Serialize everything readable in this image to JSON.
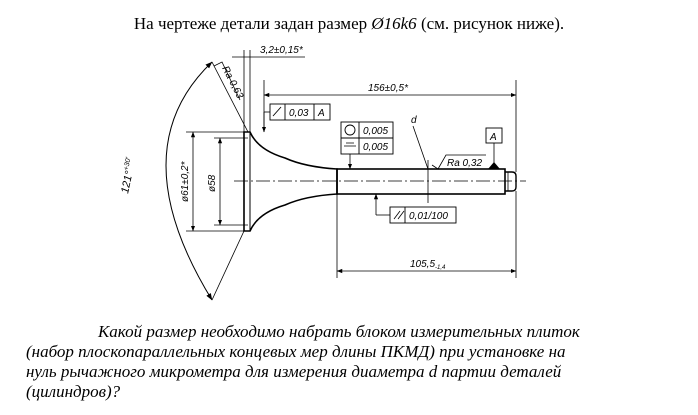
{
  "intro": {
    "prefix": "На чертеже детали задан размер ",
    "dimension": "Ø16k6",
    "suffix": " (см. рисунок ниже)."
  },
  "drawing": {
    "dim_top_small": "3,2±0,15*",
    "roughness_left": "Ra 0,63",
    "dim_length_top": "156±0,5*",
    "angle_label": "121°",
    "angle_sup": "+30'",
    "flatness_value": "0,03",
    "flatness_datum": "A",
    "cyl_value_1": "0,005",
    "cyl_value_2": "0,005",
    "d_label": "d",
    "datum_A": "A",
    "roughness_right": "Ra 0,32",
    "dim_d61": "ø61±0,2*",
    "dim_d58": "ø58",
    "runout_value": "0,01/100",
    "dim_length_bottom": "105,5",
    "dim_length_bottom_tol": "-1,4"
  },
  "question": {
    "lines": [
      "Какой размер необходимо набрать блоком измерительных плиток",
      "(набор плоскопараллельных концевых мер длины ПКМД) при установке на",
      "нуль рычажного микрометра для измерения диаметра d партии деталей",
      "(цилиндров)?"
    ]
  }
}
